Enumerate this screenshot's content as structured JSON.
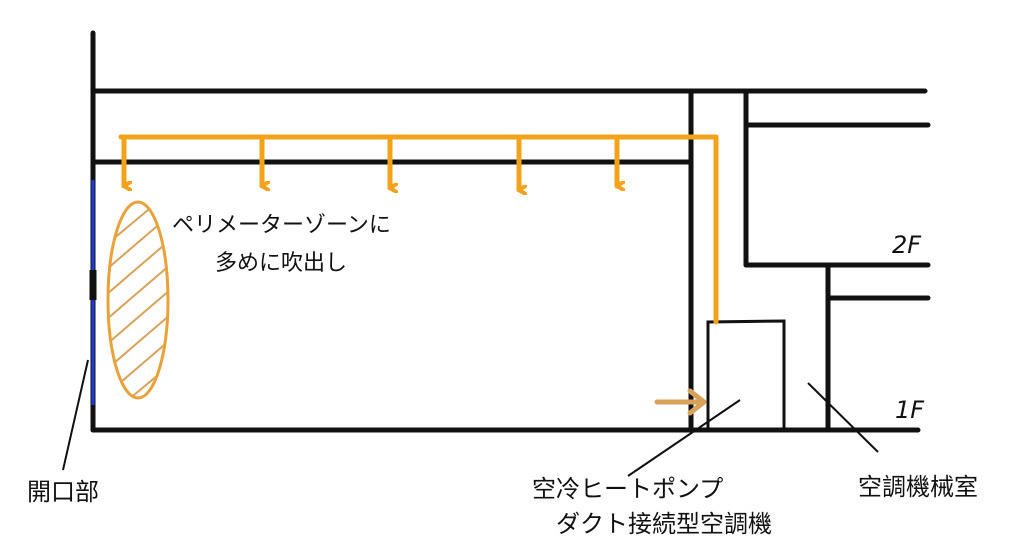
{
  "colors": {
    "wall": "#111111",
    "duct": "#F5A21B",
    "return_arrow": "#D9A25A",
    "opening": "#1F3BD9",
    "zone_outline": "#E9A23A",
    "zone_hatch": "#D9A25A"
  },
  "labels": {
    "perimeter_note_line1": "ペリメーターゾーンに",
    "perimeter_note_line2": "多めに吹出し",
    "floor_2f": "2F",
    "floor_1f": "1F",
    "opening": "開口部",
    "unit_line1": "空冷ヒートポンプ",
    "unit_line2": "ダクト接続型空調機",
    "machine_room": "空調機械室"
  }
}
